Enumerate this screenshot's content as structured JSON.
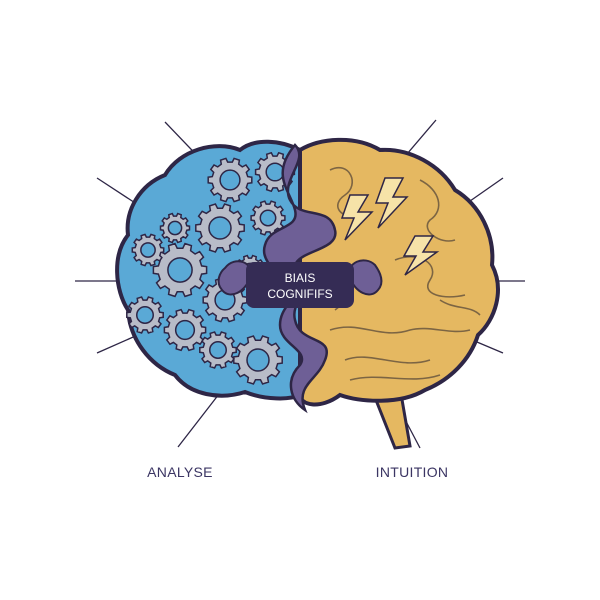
{
  "diagram": {
    "center_label": [
      "BIAIS",
      "COGNIFIFS"
    ],
    "left_label": "ANALYSE",
    "right_label": "INTUITION"
  },
  "colors": {
    "analysis_blue": "#5aa9d6",
    "intuition_yellow": "#e5b861",
    "bias_purple": "#6e5f96",
    "center_dark": "#352c55",
    "outline": "#2e2646",
    "gear_gray": "#b8bcc8"
  },
  "icons": {
    "left": "gear-icon",
    "right": "lightning-icon",
    "center": "swirl-icon"
  }
}
